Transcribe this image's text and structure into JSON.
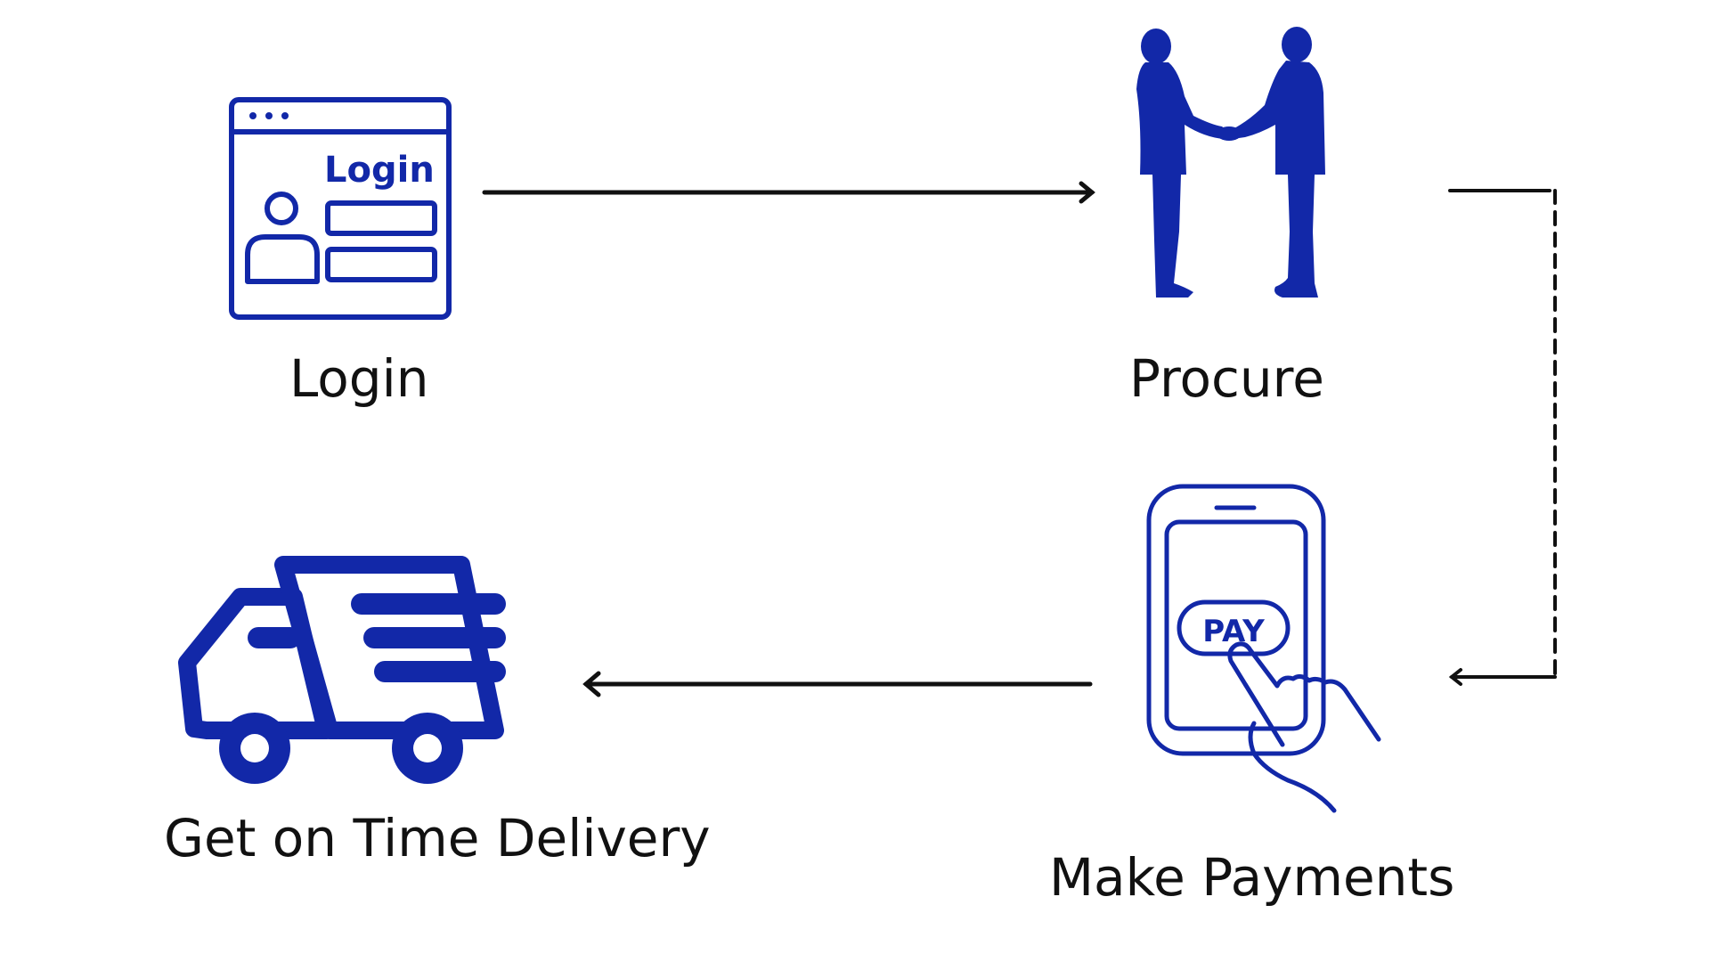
{
  "colors": {
    "icon_blue": "#1228A8",
    "arrow": "#111111",
    "background": "#FFFFFF"
  },
  "steps": [
    {
      "label": "Login",
      "icon": "login-window-icon",
      "icon_text": "Login"
    },
    {
      "label": "Procure",
      "icon": "handshake-icon"
    },
    {
      "label": "Make Payments",
      "icon": "phone-pay-icon",
      "icon_text": "PAY"
    },
    {
      "label": "Get on Time Delivery",
      "icon": "delivery-truck-icon"
    }
  ]
}
